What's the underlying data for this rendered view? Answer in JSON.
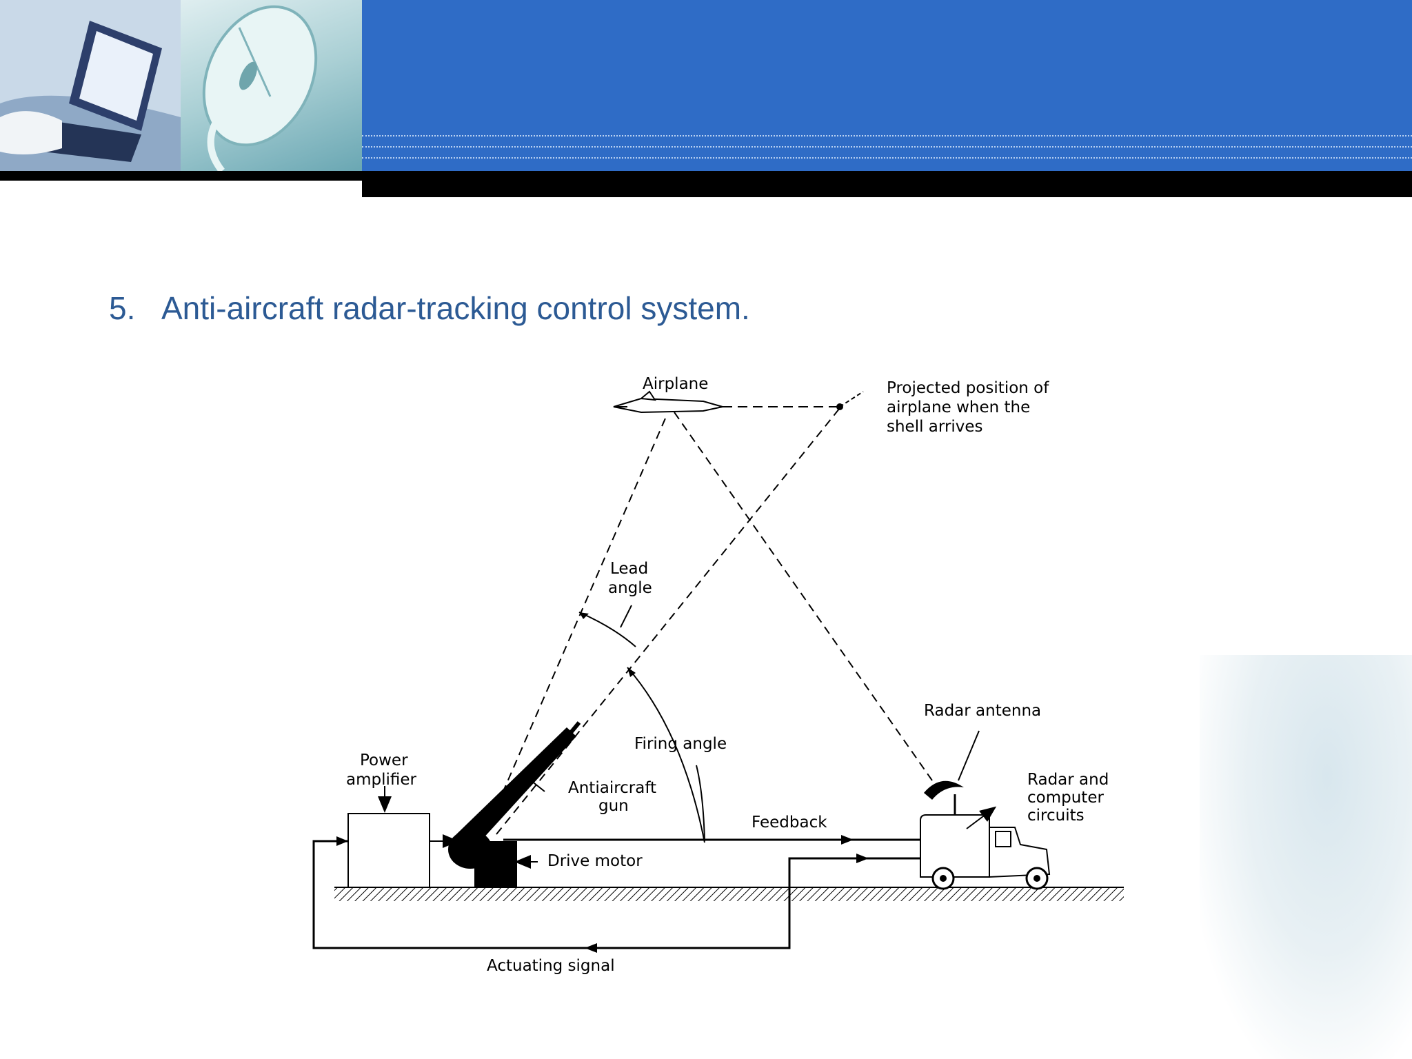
{
  "slide": {
    "number": "5.",
    "title": "Anti-aircraft radar-tracking control system."
  },
  "header": {
    "photo_icons": [
      "laptop-icon",
      "computer-mouse-icon"
    ],
    "accent_color": "#2f6cc6",
    "title_color": "#2c5a94"
  },
  "diagram": {
    "labels": {
      "airplane": "Airplane",
      "projected_1": "Projected position of",
      "projected_2": "airplane when the",
      "projected_3": "shell arrives",
      "lead_1": "Lead",
      "lead_2": "angle",
      "firing_angle": "Firing angle",
      "radar_antenna": "Radar antenna",
      "radar_1": "Radar and",
      "radar_2": "computer",
      "radar_3": "circuits",
      "power_1": "Power",
      "power_2": "amplifier",
      "gun_1": "Antiaircraft",
      "gun_2": "gun",
      "feedback": "Feedback",
      "drive_motor": "Drive motor",
      "actuating_signal": "Actuating signal"
    }
  }
}
